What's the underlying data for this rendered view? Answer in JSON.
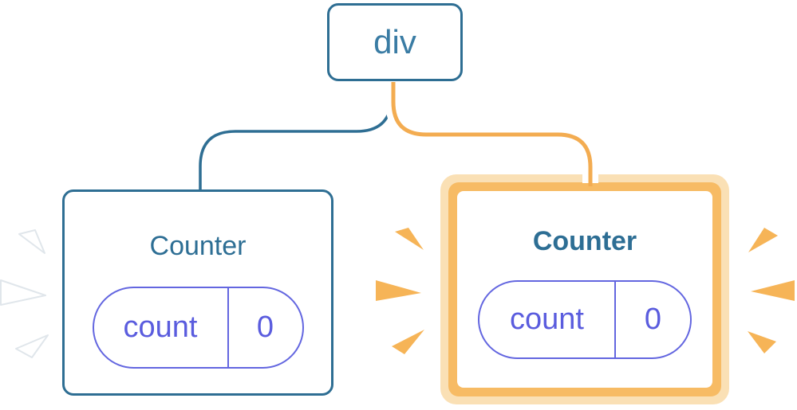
{
  "diagram": {
    "description": "React component tree re-render diagram",
    "root_node": {
      "label": "div"
    },
    "children": [
      {
        "id": "left-counter",
        "title": "Counter",
        "state_pill": {
          "key": "count",
          "value": "0"
        },
        "highlighted": false,
        "sparkle_color": "white"
      },
      {
        "id": "right-counter",
        "title": "Counter",
        "state_pill": {
          "key": "count",
          "value": "0"
        },
        "highlighted": true,
        "sparkle_color": "orange"
      }
    ],
    "icons": [
      "sparkle-icon-white-left-top",
      "sparkle-icon-white-left-middle",
      "sparkle-icon-white-left-bottom",
      "sparkle-icon-orange-left-top",
      "sparkle-icon-orange-left-middle",
      "sparkle-icon-orange-left-bottom",
      "sparkle-icon-orange-right-top",
      "sparkle-icon-orange-right-middle",
      "sparkle-icon-orange-right-bottom"
    ],
    "colors": {
      "node_border_blue": "#2E6E93",
      "node_text_blue": "#3A7CA4",
      "counter_title_blue": "#2D6E94",
      "pill_border_purple": "#6366E0",
      "pill_text_purple": "#5A5CDE",
      "highlight_connector_orange": "#F3AC51",
      "highlight_ring_outer": "#FAE0B5",
      "highlight_ring_inner": "#F7BB64",
      "sparkle_orange": "#F6B457",
      "sparkle_white": "#FFFFFF",
      "background": "#FFFFFF"
    }
  }
}
